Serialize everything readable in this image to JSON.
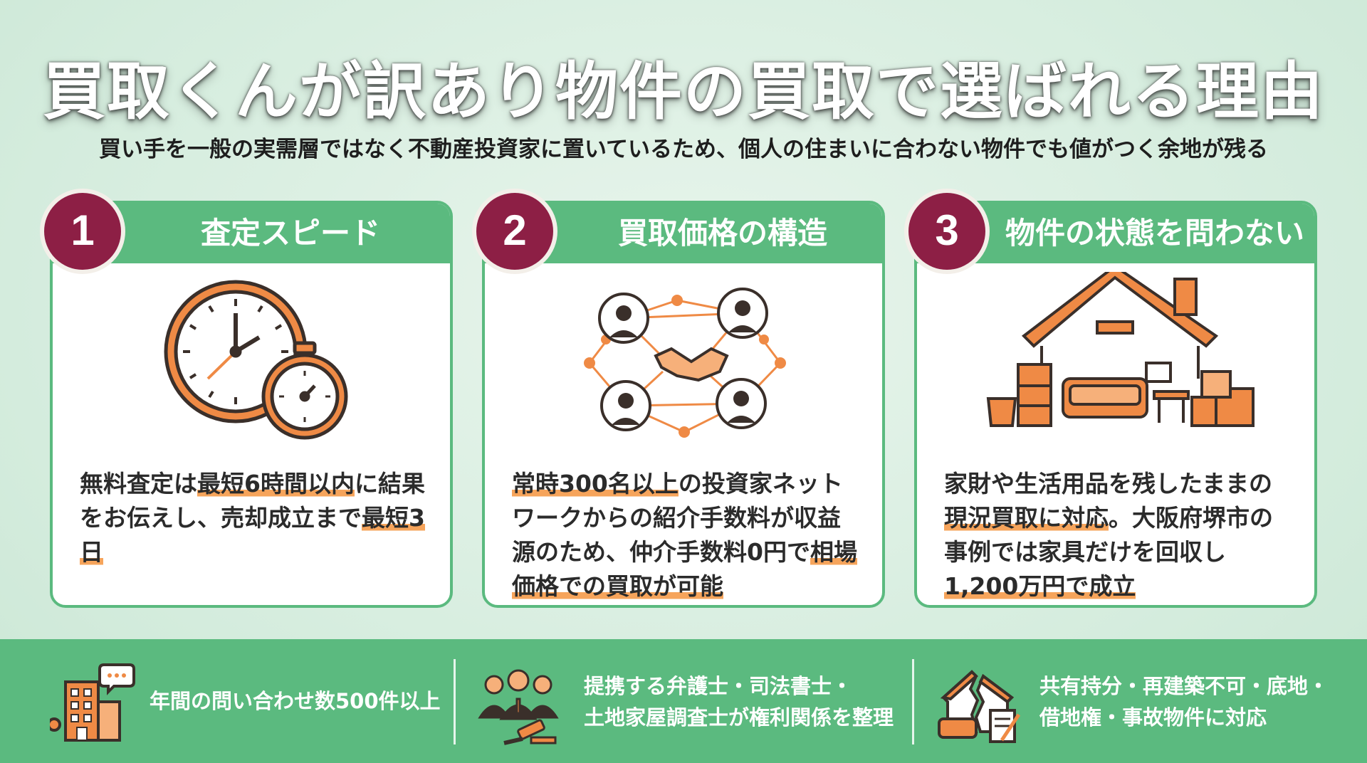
{
  "title": "買取くんが訳あり物件の買取で選ばれる理由",
  "subtitle": "買い手を一般の実需層ではなく不動産投資家に置いているため、個人の住まいに合わない物件でも値がつく余地が残る",
  "cards": [
    {
      "number": "1",
      "title": "査定スピード",
      "icon": "clock-stopwatch-icon",
      "body": [
        {
          "t": "無料査定は",
          "hl": false
        },
        {
          "t": "最短6時間以内",
          "hl": true
        },
        {
          "t": "に結果をお伝えし、売却成立まで",
          "hl": false
        },
        {
          "t": "最短3日",
          "hl": true
        }
      ]
    },
    {
      "number": "2",
      "title": "買取価格の構造",
      "icon": "investor-network-handshake-icon",
      "body": [
        {
          "t": "常時300名以上",
          "hl": true
        },
        {
          "t": "の投資家ネットワークからの紹介手数料が収益源のため、仲介手数料0円で",
          "hl": false
        },
        {
          "t": "相場価格での買取が可能",
          "hl": true
        }
      ]
    },
    {
      "number": "3",
      "title": "物件の状態を問わない",
      "icon": "house-with-furniture-icon",
      "body": [
        {
          "t": "家財や生活用品を残したままの",
          "hl": false
        },
        {
          "t": "現況買取に対応",
          "hl": true
        },
        {
          "t": "。大阪府堺市の事例では家具だけを回収し",
          "hl": false
        },
        {
          "t": "1,200万円で成立",
          "hl": true
        }
      ]
    }
  ],
  "bottom": [
    {
      "icon": "office-building-chat-icon",
      "text": "年間の問い合わせ数500件以上"
    },
    {
      "icon": "lawyers-gavel-icon",
      "line1": "提携する弁護士・司法書士・",
      "line2": "土地家屋調査士が権利関係を整理"
    },
    {
      "icon": "broken-house-document-icon",
      "line1": "共有持分・再建築不可・底地・",
      "line2": "借地権・事故物件に対応"
    }
  ],
  "colors": {
    "accent_green": "#5bba7f",
    "badge_maroon": "#8d1f45",
    "highlight_orange": "#f6a45b",
    "icon_orange": "#ef8a45"
  }
}
